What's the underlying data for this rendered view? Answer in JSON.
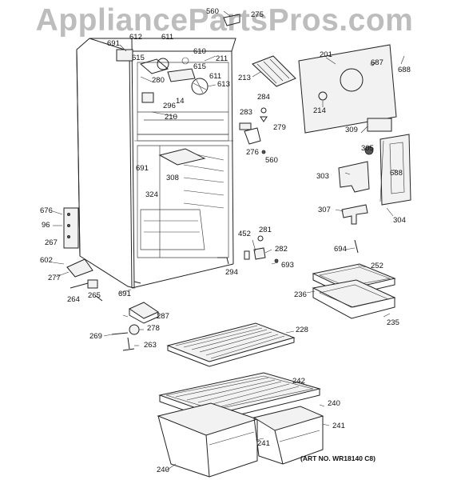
{
  "watermark": "AppliancePartsPros.com",
  "art_number": "(ART NO. WR18140 C8)",
  "part_labels": {
    "p560a": "560",
    "p275": "275",
    "p691a": "691",
    "p612": "612",
    "p611a": "611",
    "p615a": "615",
    "p615b": "615",
    "p610": "610",
    "p211": "211",
    "p611b": "611",
    "p613": "613",
    "p280": "280",
    "p14": "14",
    "p296": "296",
    "p210": "210",
    "p213": "213",
    "p201": "201",
    "p687": "687",
    "p688a": "688",
    "p284": "284",
    "p214": "214",
    "p283": "283",
    "p279": "279",
    "p276": "276",
    "p560b": "560",
    "p309": "309",
    "p305": "305",
    "p691b": "691",
    "p308": "308",
    "p324": "324",
    "p303": "303",
    "p688b": "688",
    "p676": "676",
    "p96": "96",
    "p267": "267",
    "p307": "307",
    "p304": "304",
    "p281": "281",
    "p452": "452",
    "p694": "694",
    "p282": "282",
    "p602": "602",
    "p693": "693",
    "p294": "294",
    "p252": "252",
    "p277": "277",
    "p236": "236",
    "p264": "264",
    "p265": "265",
    "p691c": "691",
    "p235": "235",
    "p287": "287",
    "p228": "228",
    "p269": "269",
    "p278": "278",
    "p263": "263",
    "p242": "242",
    "p240a": "240",
    "p241a": "241",
    "p241b": "241",
    "p240b": "240"
  }
}
